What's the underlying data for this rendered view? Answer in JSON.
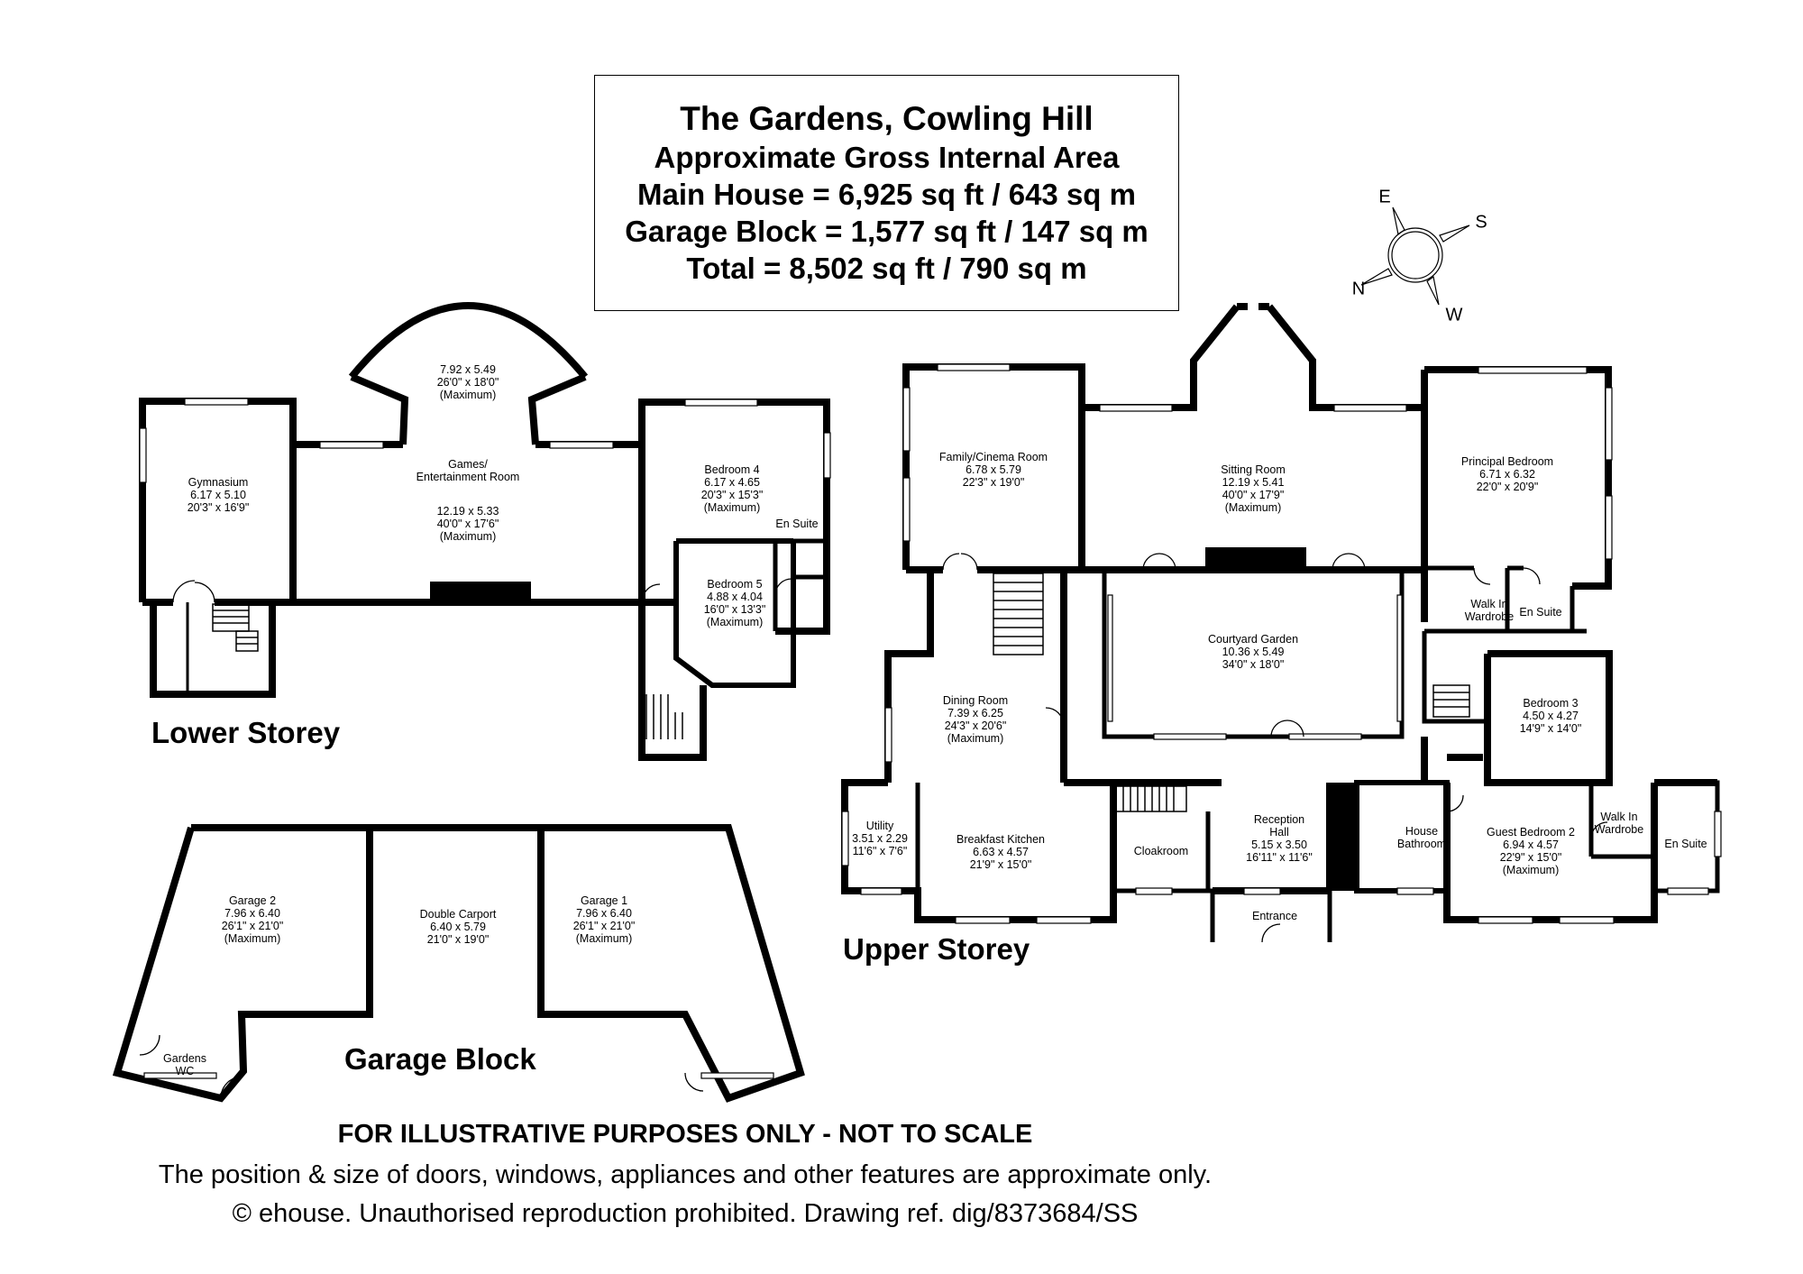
{
  "title": {
    "name": "The Gardens, Cowling Hill",
    "area_heading": "Approximate Gross Internal Area",
    "main_house": "Main House = 6,925 sq ft / 643 sq m",
    "garage_block": "Garage Block = 1,577 sq ft / 147 sq m",
    "total": "Total = 8,502 sq ft / 790 sq m"
  },
  "compass": {
    "e": "E",
    "s": "S",
    "n": "N",
    "w": "W"
  },
  "sections": {
    "lower": "Lower Storey",
    "upper": "Upper Storey",
    "garage": "Garage Block"
  },
  "lower_rooms": {
    "bay": {
      "dims": "7.92 x 5.49",
      "imperial": "26'0\" x 18'0\"",
      "note": "(Maximum)"
    },
    "games": {
      "name1": "Games/",
      "name2": "Entertainment Room",
      "dims": "12.19 x 5.33",
      "imperial": "40'0\" x 17'6\"",
      "note": "(Maximum)"
    },
    "gym": {
      "name": "Gymnasium",
      "dims": "6.17 x 5.10",
      "imperial": "20'3\" x 16'9\""
    },
    "bedroom4": {
      "name": "Bedroom 4",
      "dims": "6.17 x 4.65",
      "imperial": "20'3\" x 15'3\"",
      "note": "(Maximum)"
    },
    "ensuite": {
      "name": "En Suite"
    },
    "bedroom5": {
      "name": "Bedroom 5",
      "dims": "4.88 x 4.04",
      "imperial": "16'0\" x 13'3\"",
      "note": "(Maximum)"
    }
  },
  "upper_rooms": {
    "family": {
      "name": "Family/Cinema Room",
      "dims": "6.78 x 5.79",
      "imperial": "22'3\" x 19'0\""
    },
    "sitting": {
      "name": "Sitting Room",
      "dims": "12.19 x 5.41",
      "imperial": "40'0\" x 17'9\"",
      "note": "(Maximum)"
    },
    "principal": {
      "name": "Principal Bedroom",
      "dims": "6.71 x 6.32",
      "imperial": "22'0\" x 20'9\""
    },
    "wardrobe1": {
      "name1": "Walk In",
      "name2": "Wardrobe"
    },
    "ensuite1": {
      "name": "En Suite"
    },
    "courtyard": {
      "name": "Courtyard Garden",
      "dims": "10.36 x 5.49",
      "imperial": "34'0\" x 18'0\""
    },
    "dining": {
      "name": "Dining Room",
      "dims": "7.39 x 6.25",
      "imperial": "24'3\" x 20'6\"",
      "note": "(Maximum)"
    },
    "bedroom3": {
      "name": "Bedroom 3",
      "dims": "4.50 x 4.27",
      "imperial": "14'9\" x 14'0\""
    },
    "utility": {
      "name": "Utility",
      "dims": "3.51 x 2.29",
      "imperial": "11'6\" x 7'6\""
    },
    "kitchen": {
      "name": "Breakfast Kitchen",
      "dims": "6.63 x 4.57",
      "imperial": "21'9\" x 15'0\""
    },
    "cloakroom": {
      "name": "Cloakroom"
    },
    "reception": {
      "name1": "Reception",
      "name2": "Hall",
      "dims": "5.15 x 3.50",
      "imperial": "16'11\" x 11'6\""
    },
    "entrance": {
      "name": "Entrance"
    },
    "bathroom": {
      "name1": "House",
      "name2": "Bathroom"
    },
    "guest": {
      "name": "Guest Bedroom 2",
      "dims": "6.94 x 4.57",
      "imperial": "22'9\" x 15'0\"",
      "note": "(Maximum)"
    },
    "wardrobe2": {
      "name1": "Walk In",
      "name2": "Wardrobe"
    },
    "ensuite2": {
      "name": "En Suite"
    }
  },
  "garage_rooms": {
    "garage2": {
      "name": "Garage 2",
      "dims": "7.96 x 6.40",
      "imperial": "26'1\" x 21'0\"",
      "note": "(Maximum)"
    },
    "carport": {
      "name": "Double Carport",
      "dims": "6.40 x 5.79",
      "imperial": "21'0\" x 19'0\""
    },
    "garage1": {
      "name": "Garage 1",
      "dims": "7.96 x 6.40",
      "imperial": "26'1\" x 21'0\"",
      "note": "(Maximum)"
    },
    "wc": {
      "name1": "Gardens",
      "name2": "WC"
    }
  },
  "footer": {
    "disclaimer": "FOR ILLUSTRATIVE PURPOSES ONLY - NOT TO SCALE",
    "note": "The position & size of doors, windows, appliances and other features are approximate only.",
    "copyright": "© ehouse. Unauthorised reproduction prohibited. Drawing ref. dig/8373684/SS"
  }
}
